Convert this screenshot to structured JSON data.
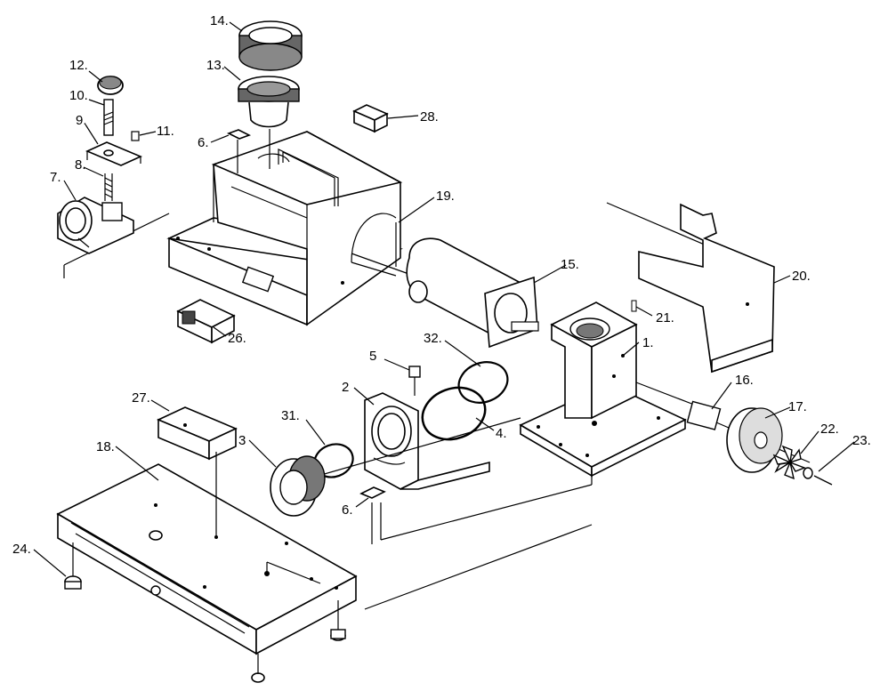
{
  "diagram": {
    "labels": {
      "p1": "1.",
      "p2": "2",
      "p3": "3",
      "p4": "4.",
      "p5": "5",
      "p6a": "6.",
      "p6b": "6.",
      "p7": "7.",
      "p8": "8.",
      "p9": "9.",
      "p10": "10.",
      "p11": "11.",
      "p12": "12.",
      "p13": "13.",
      "p14": "14.",
      "p15": "15.",
      "p16": "16.",
      "p17": "17.",
      "p18": "18.",
      "p19": "19.",
      "p20": "20.",
      "p21": "21.",
      "p22": "22.",
      "p23": "23.",
      "p24": "24.",
      "p26": "26.",
      "p27": "27.",
      "p28": "28.",
      "p31": "31.",
      "p32": "32."
    }
  }
}
